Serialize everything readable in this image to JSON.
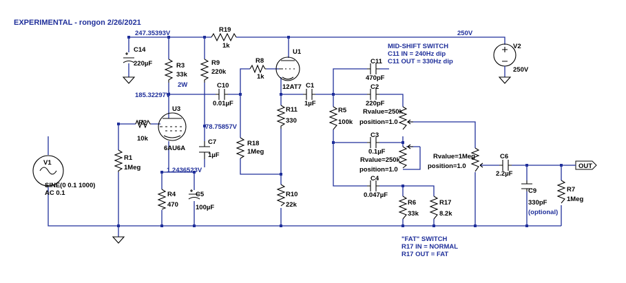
{
  "title": "EXPERIMENTAL - rongon 2/26/2021",
  "net_labels": {
    "supply": "247.35393V",
    "plate_u3": "185.32297V",
    "grid_v": "78.75857V",
    "cathode_v": "1.2436523V",
    "rail": "250V"
  },
  "notes": {
    "midshift_title": "MID-SHIFT SWITCH",
    "midshift_in": "C11 IN = 240Hz dip",
    "midshift_out": "C11 OUT = 330Hz dip",
    "fat_title": "\"FAT\" SWITCH",
    "fat_in": "R17 IN = NORMAL",
    "fat_out": "R17 OUT = FAT",
    "c9_note": "(optional)"
  },
  "components": {
    "c14": {
      "name": "C14",
      "value": "220µF"
    },
    "r19": {
      "name": "R19",
      "value": "1k"
    },
    "r3": {
      "name": "R3",
      "value": "33k",
      "rating": "2W"
    },
    "r9": {
      "name": "R9",
      "value": "220k"
    },
    "r8": {
      "name": "R8",
      "value": "1k"
    },
    "u1": {
      "name": "U1",
      "value": "12AT7"
    },
    "v2": {
      "name": "V2",
      "value": "250V"
    },
    "c10": {
      "name": "C10",
      "value": "0.01µF"
    },
    "c1": {
      "name": "C1",
      "value": "1µF"
    },
    "c11": {
      "name": "C11",
      "value": "470pF"
    },
    "c2": {
      "name": "C2",
      "value": "220pF"
    },
    "r11": {
      "name": "R11",
      "value": "330"
    },
    "r5": {
      "name": "R5",
      "value": "100k"
    },
    "pot1": {
      "rvalue": "Rvalue=250k",
      "position": "position=1.0"
    },
    "pot2": {
      "rvalue": "Rvalue=250k",
      "position": "position=1.0"
    },
    "pot3": {
      "rvalue": "Rvalue=1Meg",
      "position": "position=1.0"
    },
    "c3": {
      "name": "C3",
      "value": "0.1µF"
    },
    "u3": {
      "name": "U3",
      "value": "6AU6A"
    },
    "r2": {
      "name": "R2",
      "value": "10k"
    },
    "r1": {
      "name": "R1",
      "value": "1Meg"
    },
    "v1": {
      "name": "V1",
      "line1": "SINE(0 0.1 1000)",
      "line2": "AC 0.1"
    },
    "c7": {
      "name": "C7",
      "value": "1µF"
    },
    "r18": {
      "name": "R18",
      "value": "1Meg"
    },
    "r4": {
      "name": "R4",
      "value": "470"
    },
    "c5": {
      "name": "C5",
      "value": "100µF"
    },
    "r10": {
      "name": "R10",
      "value": "22k"
    },
    "c4": {
      "name": "C4",
      "value": "0.047µF"
    },
    "r6": {
      "name": "R6",
      "value": "33k"
    },
    "r17": {
      "name": "R17",
      "value": "8.2k"
    },
    "c6": {
      "name": "C6",
      "value": "2.2µF"
    },
    "c9": {
      "name": "C9",
      "value": "330pF"
    },
    "r7": {
      "name": "R7",
      "value": "1Meg"
    }
  },
  "output_port": "OUT"
}
